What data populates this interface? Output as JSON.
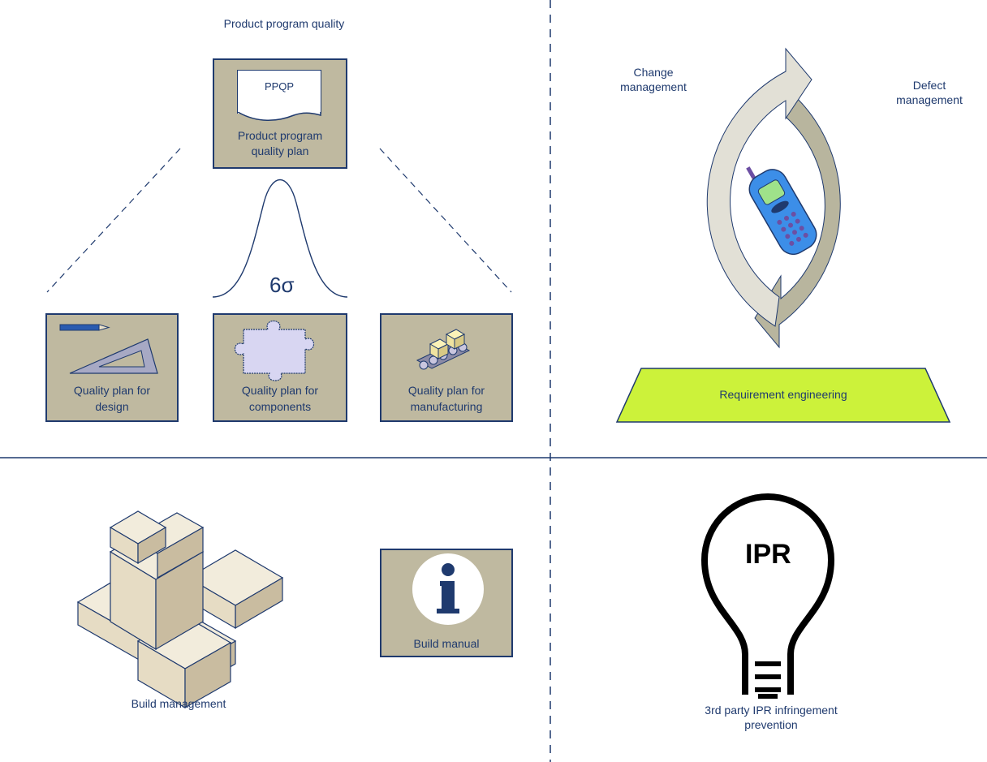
{
  "quadrant_tl": {
    "heading": "Product program quality",
    "ppqp_box": {
      "doc_label": "PPQP",
      "caption_line1": "Product program",
      "caption_line2": "quality plan"
    },
    "sigma_label": "6σ",
    "plans": [
      {
        "line1": "Quality plan for",
        "line2": "design",
        "icon": "ruler-triangle-icon"
      },
      {
        "line1": "Quality plan for",
        "line2": "components",
        "icon": "puzzle-icon"
      },
      {
        "line1": "Quality plan for",
        "line2": "manufacturing",
        "icon": "conveyor-icon"
      }
    ]
  },
  "quadrant_tr": {
    "change_line1": "Change",
    "change_line2": "management",
    "defect_line1": "Defect",
    "defect_line2": "management",
    "center_icon": "mobile-phone-icon",
    "base_label": "Requirement engineering",
    "base_color": "#ccf23a"
  },
  "quadrant_bl": {
    "caption": "Build management",
    "blocks_icon": "building-blocks-icon",
    "manual_box": {
      "caption": "Build manual",
      "icon": "info-icon"
    }
  },
  "quadrant_br": {
    "bulb_text": "IPR",
    "caption_line1": "3rd party IPR infringement",
    "caption_line2": "prevention",
    "icon": "lightbulb-icon"
  },
  "colors": {
    "box_fill": "#bfb9a0",
    "navy": "#1f3a6e",
    "arrow_light": "#e2e0d6",
    "arrow_dark": "#b8b59e"
  }
}
